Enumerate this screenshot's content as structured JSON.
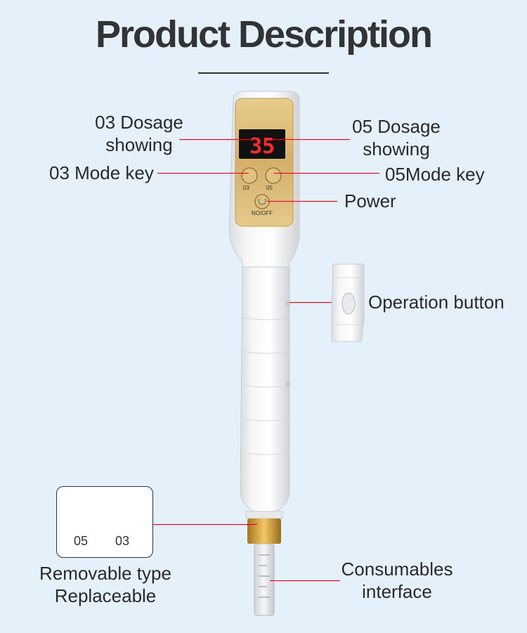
{
  "title": "Product Description",
  "labels": {
    "dosage_03": [
      "03 Dosage",
      "showing"
    ],
    "dosage_05": [
      "05 Dosage",
      "showing"
    ],
    "mode_key_03": "03 Mode key",
    "mode_key_05": "05Mode key",
    "power": "Power",
    "operation_button": "Operation button",
    "removable": [
      "Removable type",
      "Replaceable"
    ],
    "consumables": [
      "Consumables",
      "interface"
    ]
  },
  "device": {
    "display_value": "35",
    "key_03_label": "03",
    "key_05_label": "05",
    "power_label": "NO/OFF"
  },
  "threads": {
    "left": "05",
    "right": "03"
  },
  "colors": {
    "background": "#e4f1fb",
    "accent_line": "#c1121f",
    "gold_panel": "#d9b771",
    "display_red": "#ff2a2a"
  }
}
